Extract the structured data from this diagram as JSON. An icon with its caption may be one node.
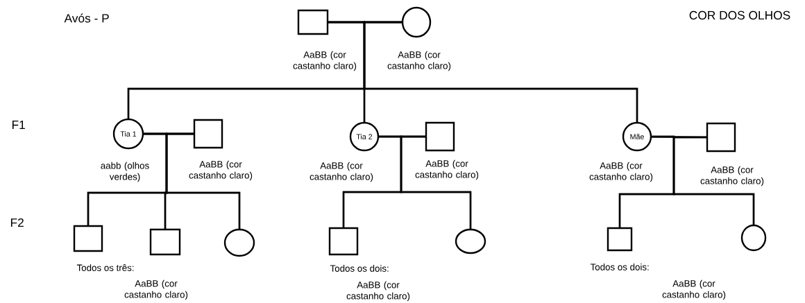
{
  "diagram": {
    "title": "COR DOS OLHOS",
    "nodes": [
      {
        "text": [],
        "shape": "box",
        "beside": [
          "AaBB (cor castanho claro)"
        ]
      },
      {
        "text": [],
        "shape": "circle",
        "beside": [
          "AaBB (cor castanho claro)"
        ]
      },
      {
        "text": [
          "Tia 1"
        ],
        "beside": [
          "aabb (olhos verdes)"
        ]
      },
      {
        "text": [],
        "shape": "box",
        "beside": [
          "AaBB (cor castanho claro)"
        ]
      },
      {
        "text": [
          "Tia 2"
        ],
        "beside": [
          "AaBB (cor castanho claro)"
        ]
      },
      {
        "text": [],
        "shape": "box",
        "beside": [
          "AaBB (cor castanho claro)"
        ]
      },
      {
        "text": [
          "Mãe"
        ],
        "beside": [
          "AaBB (cor castanho claro)"
        ]
      },
      {
        "text": [],
        "shape": "box",
        "beside": [
          "AaBB (cor castanho claro)"
        ]
      },
      {
        "text": [],
        "shape": "box"
      },
      {
        "text": [],
        "shape": "box"
      },
      {
        "text": [],
        "shape": "circle"
      },
      {
        "text": [],
        "shape": "box"
      },
      {
        "text": [],
        "shape": "circle"
      },
      {
        "text": [],
        "shape": "box"
      },
      {
        "text": [],
        "shape": "circle"
      }
    ],
    "edges": [
      {
        "from": 0,
        "to": 1,
        "arrow": "none"
      },
      {
        "from": 0,
        "to": 2,
        "arrow": "none"
      },
      {
        "from": 1,
        "to": 2,
        "arrow": "none"
      },
      {
        "from": 0,
        "to": 4,
        "arrow": "none"
      },
      {
        "from": 1,
        "to": 4,
        "arrow": "none"
      },
      {
        "from": 0,
        "to": 6,
        "arrow": "none"
      },
      {
        "from": 1,
        "to": 6,
        "arrow": "none"
      },
      {
        "from": 2,
        "to": 3,
        "arrow": "none"
      },
      {
        "from": 2,
        "to": 8,
        "arrow": "none"
      },
      {
        "from": 3,
        "to": 8,
        "arrow": "none"
      },
      {
        "from": 2,
        "to": 9,
        "arrow": "none"
      },
      {
        "from": 3,
        "to": 9,
        "arrow": "none"
      },
      {
        "from": 2,
        "to": 10,
        "arrow": "none"
      },
      {
        "from": 3,
        "to": 10,
        "arrow": "none"
      },
      {
        "from": 4,
        "to": 5,
        "arrow": "none"
      },
      {
        "from": 4,
        "to": 11,
        "arrow": "none"
      },
      {
        "from": 5,
        "to": 11,
        "arrow": "none"
      },
      {
        "from": 4,
        "to": 12,
        "arrow": "none"
      },
      {
        "from": 5,
        "to": 12,
        "arrow": "none"
      },
      {
        "from": 6,
        "to": 7,
        "arrow": "none"
      },
      {
        "from": 6,
        "to": 13,
        "arrow": "none"
      },
      {
        "from": 7,
        "to": 13,
        "arrow": "none"
      },
      {
        "from": 6,
        "to": 14,
        "arrow": "none"
      },
      {
        "from": 7,
        "to": 14,
        "arrow": "none"
      }
    ],
    "labels": [
      "Avós - P",
      "F1",
      "F2",
      "Todos os três:",
      "AaBB (cor castanho claro)",
      "Todos os dois:",
      "AaBB (cor castanho claro)",
      "Todos os dois:",
      "AaBB (cor castanho claro)"
    ]
  }
}
